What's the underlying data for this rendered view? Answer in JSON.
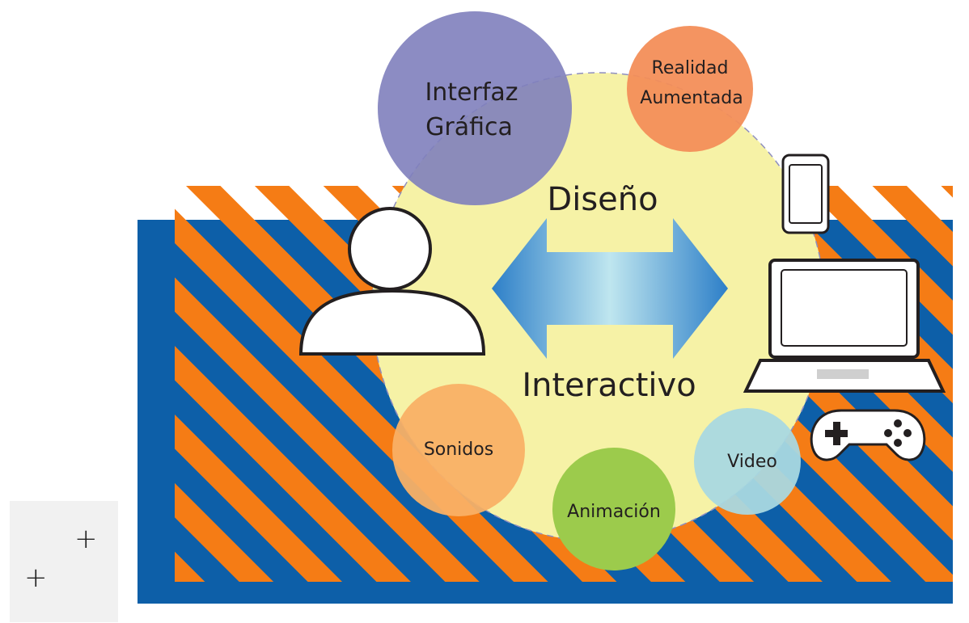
{
  "diagram": {
    "center_title_top": "Diseño",
    "center_title_bottom": "Interactivo",
    "nodes": {
      "interfaz": {
        "line1": "Interfaz",
        "line2": "Gráfica"
      },
      "realidad": {
        "line1": "Realidad",
        "line2": "Aumentada"
      },
      "sonidos": "Sonidos",
      "animacion": "Animación",
      "video": "Video"
    },
    "icons": [
      "user-icon",
      "smartphone-icon",
      "laptop-icon",
      "gamepad-icon",
      "double-arrow-icon",
      "plus-icon"
    ]
  },
  "colors": {
    "background_blue": "#0d5fa8",
    "stripe_orange": "#f57c15",
    "center_yellow": "#f6f2a6",
    "interfaz_purple": "#7f7fbd",
    "realidad_orange": "#f38e58",
    "sonidos_orange": "#f9b065",
    "animacion_green": "#9ccb4c",
    "video_blue": "#a9d8e0"
  }
}
